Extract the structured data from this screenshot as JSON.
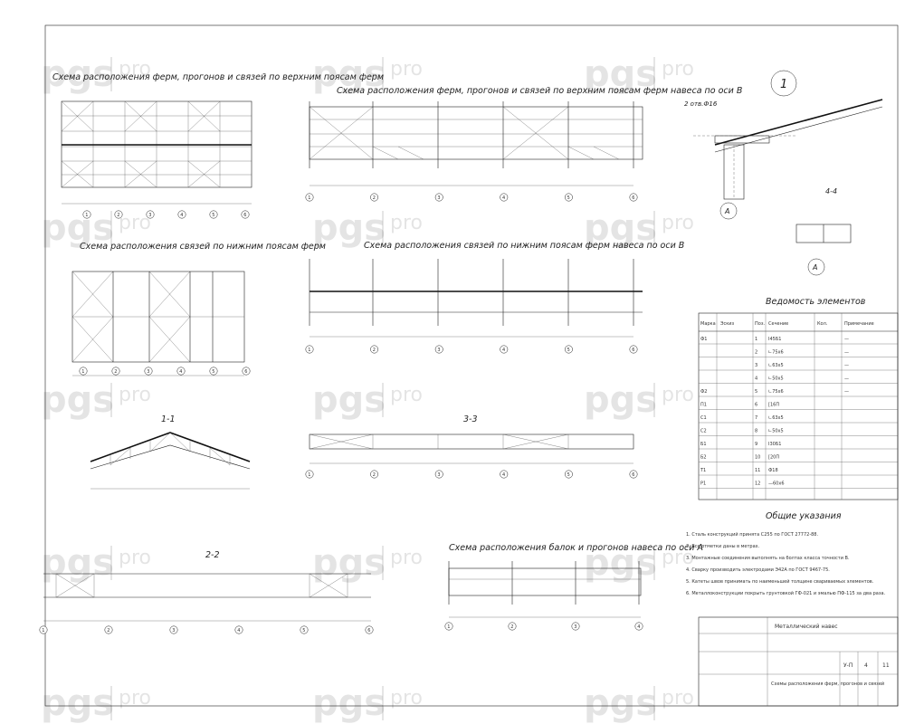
{
  "watermark": {
    "brand": "pgs",
    "suffix": "pro"
  },
  "drawings": {
    "upper_chord_plan": "Схема расположения ферм, прогонов и связей по верхним поясам ферм",
    "upper_chord_axis_b": "Схема расположения ферм, прогонов и связей по верхним поясам ферм навеса по оси В",
    "lower_chord_plan": "Схема расположения связей по нижним поясам ферм",
    "lower_chord_axis_b": "Схема расположения связей по нижним поясам ферм навеса по оси В",
    "section_1_1": "1-1",
    "section_3_3": "3-3",
    "section_2_2": "2-2",
    "beams_axis_a": "Схема расположения балок и прогонов навеса по оси А",
    "node_1": "1",
    "node_ref_a": "А",
    "section_4_4": "4-4",
    "weld_label": "2 отв.Ф16"
  },
  "grid_axes": [
    "1",
    "2",
    "3",
    "4",
    "5",
    "6"
  ],
  "schedule": {
    "title": "Ведомость элементов",
    "headers": [
      "Марка",
      "Эскиз",
      "Поз.",
      "Сечение",
      "Кол.",
      "Примечание"
    ],
    "rows": [
      [
        "Ф1",
        "",
        "1",
        "Ⅰ45Б1",
        "",
        "—"
      ],
      [
        "",
        "",
        "2",
        "∟75х6",
        "",
        "—"
      ],
      [
        "",
        "",
        "3",
        "∟63х5",
        "",
        "—"
      ],
      [
        "",
        "",
        "4",
        "∟50х5",
        "",
        "—"
      ],
      [
        "Ф2",
        "",
        "5",
        "∟75х6",
        "",
        "—"
      ],
      [
        "П1",
        "",
        "6",
        "[16П",
        "",
        ""
      ],
      [
        "С1",
        "",
        "7",
        "∟63х5",
        "",
        ""
      ],
      [
        "С2",
        "",
        "8",
        "∟50х5",
        "",
        ""
      ],
      [
        "Б1",
        "",
        "9",
        "Ⅰ30Б1",
        "",
        ""
      ],
      [
        "Б2",
        "",
        "10",
        "[20П",
        "",
        ""
      ],
      [
        "Т1",
        "",
        "11",
        "Ф18",
        "",
        ""
      ],
      [
        "Р1",
        "",
        "12",
        "—60х6",
        "",
        ""
      ]
    ]
  },
  "notes": {
    "title": "Общие указания",
    "items": [
      "1. Сталь конструкций принята С255 по ГОСТ 27772-88.",
      "2. Все отметки даны в метрах.",
      "3. Монтажные соединения выполнять на болтах класса точности В.",
      "4. Сварку производить электродами Э42А по ГОСТ 9467-75.",
      "5. Катеты швов принимать по наименьшей толщине свариваемых элементов.",
      "6. Металлоконструкции покрыть грунтовкой ГФ-021 и эмалью ПФ-115 за два раза."
    ]
  },
  "title_block": {
    "project": "Металлический навес",
    "sheet_name": "Схемы расположения ферм, прогонов и связей",
    "stage": "У-П",
    "sheet": "4",
    "sheets": "11"
  }
}
